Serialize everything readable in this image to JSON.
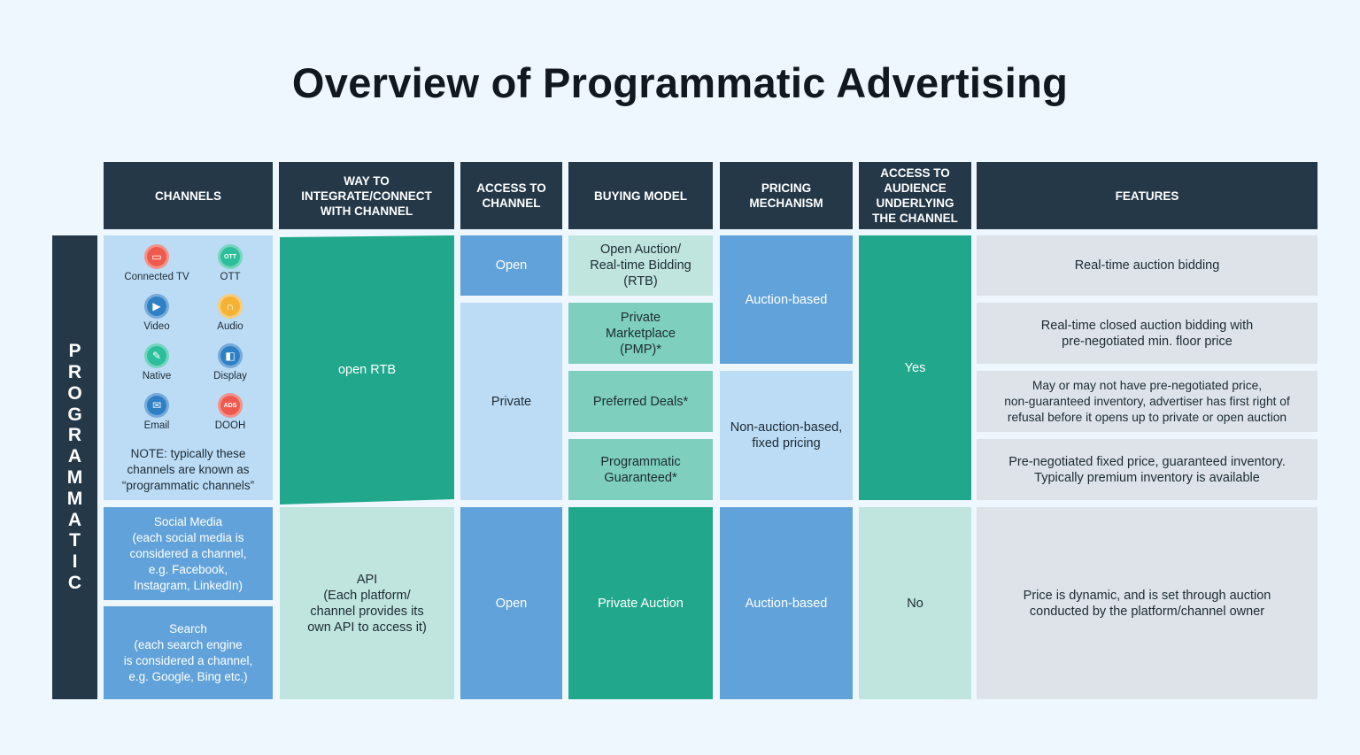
{
  "title": "Overview of Programmatic Advertising",
  "side_label": "PROGRAMMATIC",
  "headers": {
    "channels": "CHANNELS",
    "integrate": "WAY TO\nINTEGRATE/CONNECT\nWITH CHANNEL",
    "access": "ACCESS TO\nCHANNEL",
    "buying": "BUYING MODEL",
    "pricing": "PRICING\nMECHANISM",
    "audience": "ACCESS TO\nAUDIENCE\nUNDERLYING\nTHE CHANNEL",
    "features": "FEATURES"
  },
  "channels": {
    "items": [
      {
        "label": "Connected TV",
        "icon": "tv-icon",
        "color": "#ef5a4e"
      },
      {
        "label": "OTT",
        "icon": "ott-icon",
        "color": "#2dbf9b"
      },
      {
        "label": "Video",
        "icon": "video-icon",
        "color": "#2f7fc5"
      },
      {
        "label": "Audio",
        "icon": "headphones-icon",
        "color": "#f5b335"
      },
      {
        "label": "Native",
        "icon": "native-icon",
        "color": "#2dbf9b"
      },
      {
        "label": "Display",
        "icon": "display-icon",
        "color": "#2f7fc5"
      },
      {
        "label": "Email",
        "icon": "email-icon",
        "color": "#2f7fc5"
      },
      {
        "label": "DOOH",
        "icon": "dooh-icon",
        "color": "#ef5a4e"
      }
    ],
    "note": "NOTE: typically these\nchannels are known as\n“programmatic channels”",
    "social": "Social Media\n(each social media is\nconsidered a channel,\ne.g. Facebook,\nInstagram, LinkedIn)",
    "search": "Search\n(each search engine\nis considered a channel,\ne.g. Google, Bing etc.)"
  },
  "integrate": {
    "open_rtb": "open RTB",
    "api": "API\n(Each platform/\nchannel provides its\nown API to access it)"
  },
  "access": {
    "open_top": "Open",
    "private": "Private",
    "open_bottom": "Open"
  },
  "buying": {
    "rtb": "Open Auction/\nReal-time Bidding\n(RTB)",
    "pmp": "Private\nMarketplace\n(PMP)*",
    "preferred": "Preferred Deals*",
    "guaranteed": "Programmatic\nGuaranteed*",
    "private_auction": "Private Auction"
  },
  "pricing": {
    "auction": "Auction-based",
    "fixed": "Non-auction-based,\nfixed pricing",
    "auction_bottom": "Auction-based"
  },
  "audience": {
    "yes": "Yes",
    "no": "No"
  },
  "features": {
    "f1": "Real-time auction bidding",
    "f2": "Real-time closed auction bidding with\npre-negotiated min. floor price",
    "f3": "May or may not have pre-negotiated price,\nnon-guaranteed inventory, advertiser has first right of\nrefusal before it opens up to private or open auction",
    "f4": "Pre-negotiated fixed price, guaranteed inventory.\nTypically premium inventory is available",
    "f5": "Price is dynamic, and is set through auction\nconducted by the platform/channel owner"
  },
  "colors": {
    "header": "#243848",
    "dark_teal": "#21a88c",
    "blue": "#62a2da",
    "light_blue": "#bcdcf6",
    "grey": "#dde3e9"
  }
}
